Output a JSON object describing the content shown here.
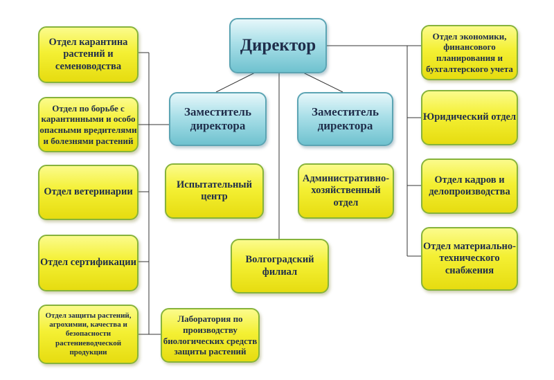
{
  "director": {
    "label": "Директор"
  },
  "deputies": [
    {
      "label": "Заместитель директора"
    },
    {
      "label": "Заместитель директора"
    }
  ],
  "left_departments": [
    {
      "label": "Отдел карантина растений и семеноводства"
    },
    {
      "label": "Отдел по борьбе с карантинными и особо опасными вредителями и болезнями растений"
    },
    {
      "label": "Отдел ветеринарии"
    },
    {
      "label": "Отдел сертификации"
    },
    {
      "label": "Отдел защиты растений, агрохимии, качества и безопасности растениеводческой продукции"
    }
  ],
  "center_units": [
    {
      "label": "Испытательный центр"
    },
    {
      "label": "Административно-хозяйственный отдел"
    },
    {
      "label": "Волгоградский филиал"
    },
    {
      "label": "Лаборатория по производству биологических средств защиты растений"
    }
  ],
  "right_departments": [
    {
      "label": "Отдел экономики, финансового планирования и бухгалтерского учета"
    },
    {
      "label": "Юридический отдел"
    },
    {
      "label": "Отдел кадров и делопроизводства"
    },
    {
      "label": "Отдел материально-технического снабжения"
    }
  ],
  "colors": {
    "director_fill": "#a9dfe8",
    "department_fill": "#f4f034",
    "border": "#86b33b",
    "text": "#1f2d4a",
    "line": "#333333"
  }
}
